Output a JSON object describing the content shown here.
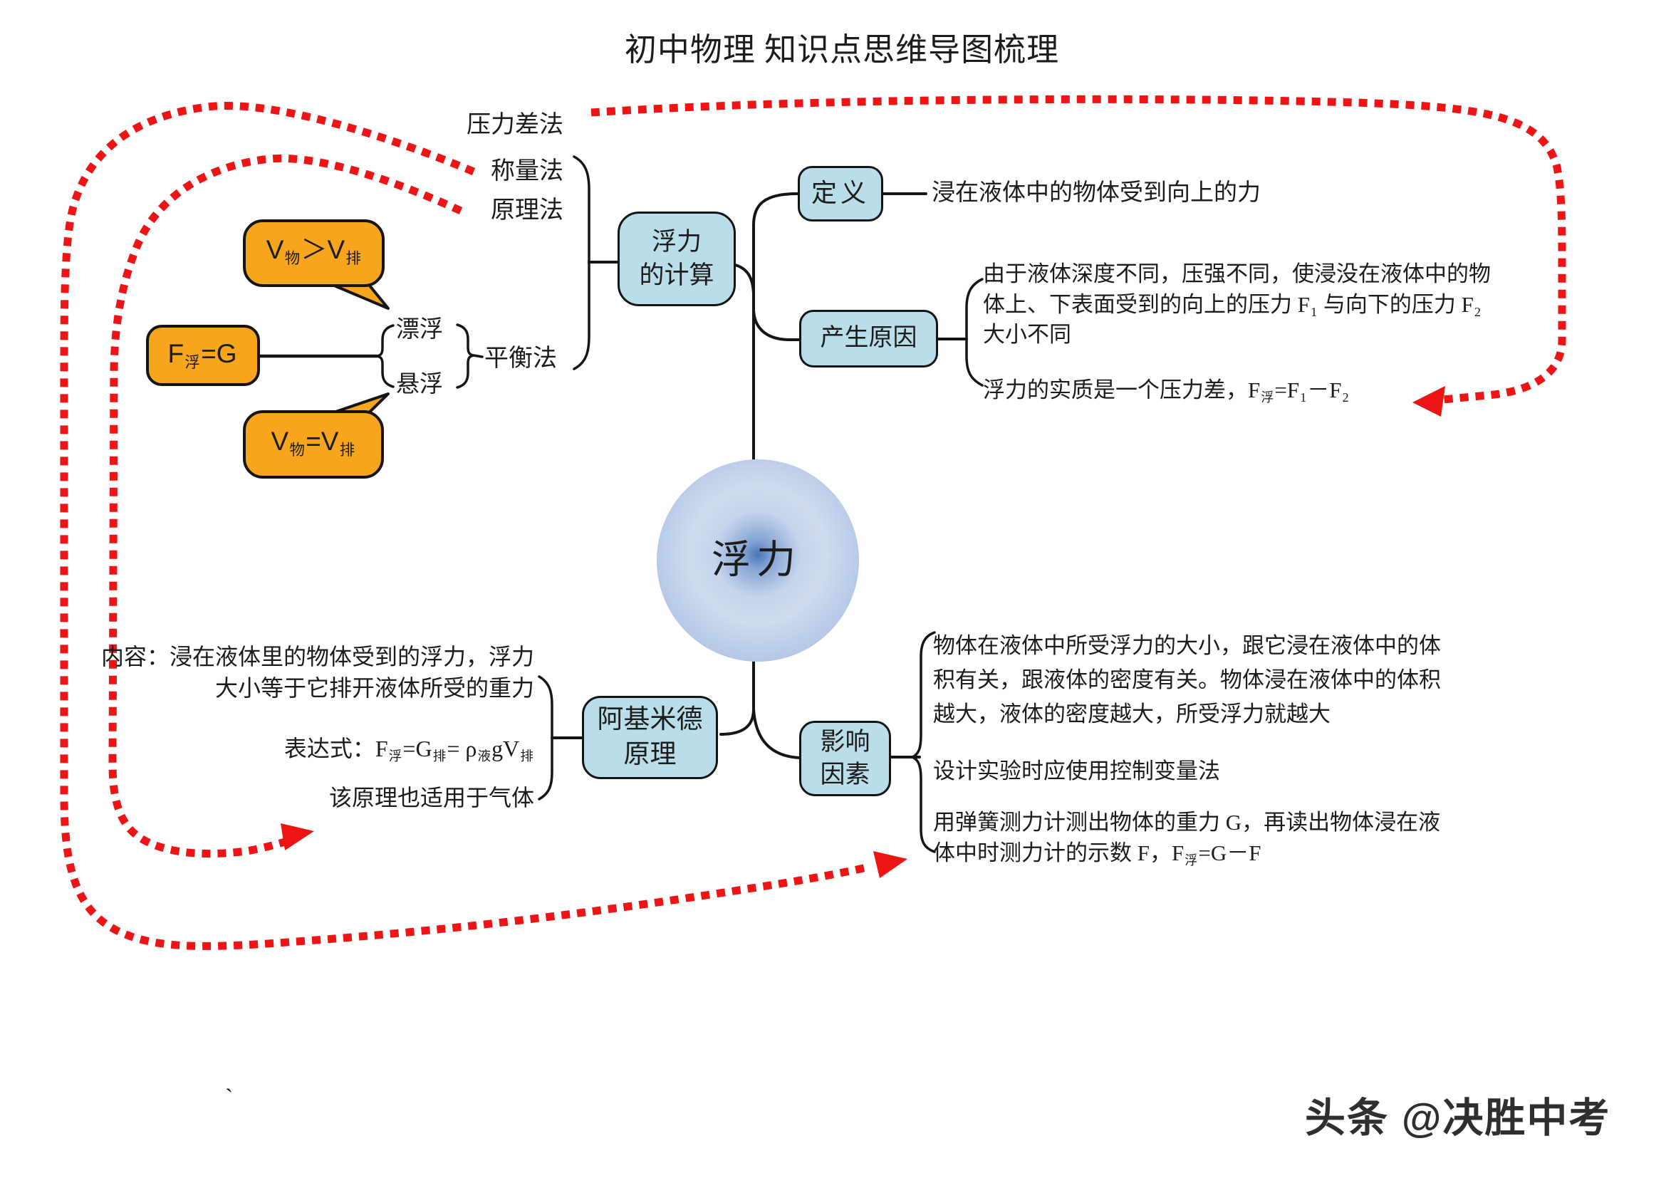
{
  "title": "初中物理 知识点思维导图梳理",
  "center": {
    "label": "浮力"
  },
  "colors": {
    "node_fill": "#b9dde9",
    "node_border": "#141414",
    "bubble_orange": "#f8a51e",
    "arrow_red": "#ec1414",
    "circle_center_blue": "#4a74ba",
    "circle_edge_blue": "#b1c4e3"
  },
  "calculation": {
    "node_line1": "浮力",
    "node_line2": "的计算",
    "methods": [
      {
        "label": "压力差法"
      },
      {
        "label": "称量法"
      },
      {
        "label": "原理法"
      },
      {
        "label": "平衡法"
      }
    ],
    "balance_states": {
      "float": "漂浮",
      "suspend": "悬浮"
    },
    "bubble_top_rich": [
      [
        "t",
        "V"
      ],
      [
        "s",
        "物"
      ],
      [
        "t",
        "＞V"
      ],
      [
        "s",
        "排"
      ]
    ],
    "bubble_bottom_rich": [
      [
        "t",
        "V"
      ],
      [
        "s",
        "物"
      ],
      [
        "t",
        "=V"
      ],
      [
        "s",
        "排"
      ]
    ],
    "balance_formula_rich": [
      [
        "t",
        "F"
      ],
      [
        "s",
        "浮"
      ],
      [
        "t",
        "=G"
      ]
    ]
  },
  "definition": {
    "node": "定义",
    "text": "浸在液体中的物体受到向上的力"
  },
  "cause": {
    "node": "产生原因",
    "line1": "由于液体深度不同，压强不同，使浸没在液体中的物",
    "line2_rich": [
      [
        "t",
        "体上、下表面受到的向上的压力 F"
      ],
      [
        "s",
        "1"
      ],
      [
        "t",
        " 与向下的压力 F"
      ],
      [
        "s",
        "2"
      ]
    ],
    "line3": "大小不同",
    "essence_rich": [
      [
        "t",
        "浮力的实质是一个压力差，F"
      ],
      [
        "s",
        "浮"
      ],
      [
        "t",
        "=F"
      ],
      [
        "s",
        "1"
      ],
      [
        "t",
        "－F"
      ],
      [
        "s",
        "2"
      ]
    ]
  },
  "archimedes": {
    "node_line1": "阿基米德",
    "node_line2": "原理",
    "content_line1": "内容：浸在液体里的物体受到的浮力，浮力",
    "content_line2": "大小等于它排开液体所受的重力",
    "expression_rich": [
      [
        "t",
        "表达式：F"
      ],
      [
        "s",
        "浮"
      ],
      [
        "t",
        "=G"
      ],
      [
        "s",
        "排"
      ],
      [
        "t",
        "= ρ"
      ],
      [
        "s",
        "液"
      ],
      [
        "t",
        "gV"
      ],
      [
        "s",
        "排"
      ]
    ],
    "gas_note": "该原理也适用于气体"
  },
  "factors": {
    "node_line1": "影响",
    "node_line2": "因素",
    "para1_line1": "物体在液体中所受浮力的大小，跟它浸在液体中的体",
    "para1_line2": "积有关，跟液体的密度有关。物体浸在液体中的体积",
    "para1_line3": "越大，液体的密度越大，所受浮力就越大",
    "para2": "设计实验时应使用控制变量法",
    "para3_line1": "用弹簧测力计测出物体的重力 G，再读出物体浸在液",
    "para3_line2_rich": [
      [
        "t",
        "体中时测力计的示数 F，F"
      ],
      [
        "s",
        "浮"
      ],
      [
        "t",
        "=G－F"
      ]
    ]
  },
  "watermark": "头条 @决胜中考",
  "stray_mark": "`"
}
